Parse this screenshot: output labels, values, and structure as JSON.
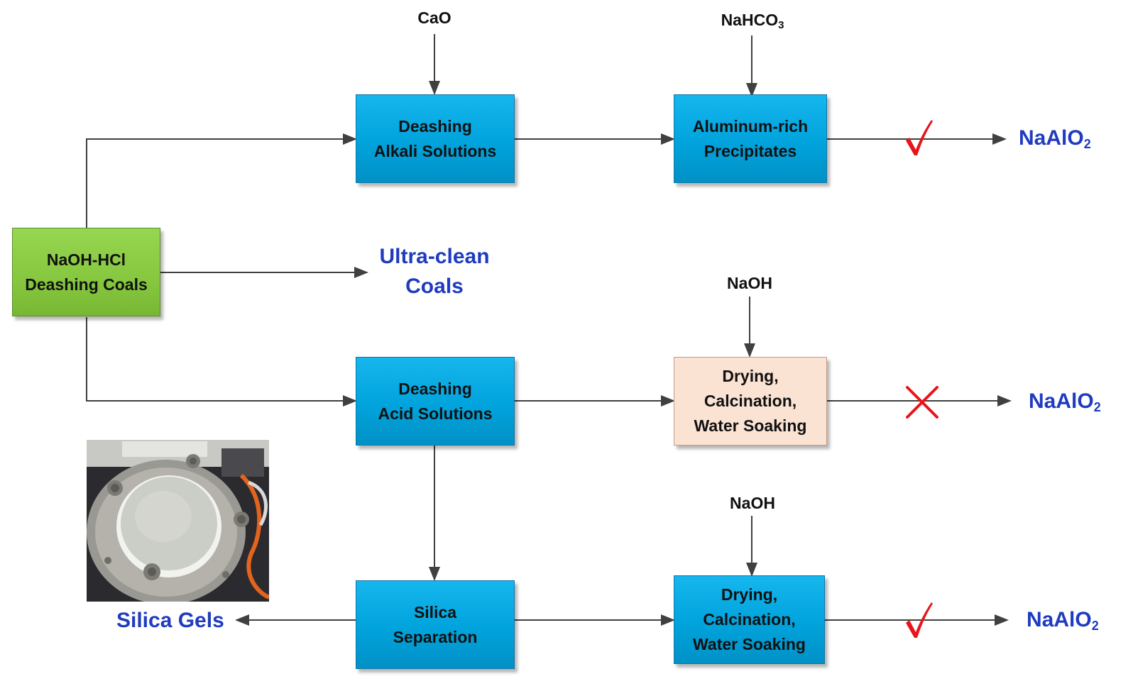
{
  "boxes": {
    "feed": {
      "line1": "NaOH-HCl",
      "line2": "Deashing Coals",
      "color": "#86c73f"
    },
    "alkali": {
      "line1": "Deashing",
      "line2": "Alkali Solutions",
      "color": "#01a3dc"
    },
    "al_precip": {
      "line1": "Aluminum-rich",
      "line2": "Precipitates",
      "color": "#01a3dc"
    },
    "acid": {
      "line1": "Deashing",
      "line2": "Acid Solutions",
      "color": "#01a3dc"
    },
    "dry_fail": {
      "line1": "Drying,",
      "line2": "Calcination,",
      "line3": "Water Soaking",
      "color": "#fbe3d4"
    },
    "silica_sep": {
      "line1": "Silica",
      "line2": "Separation",
      "color": "#01a3dc"
    },
    "dry_ok": {
      "line1": "Drying,",
      "line2": "Calcination,",
      "line3": "Water Soaking",
      "color": "#01a3dc"
    }
  },
  "reagents": {
    "cao": "CaO",
    "nahco3": {
      "base": "NaHCO",
      "sub": "3"
    },
    "naoh_mid": "NaOH",
    "naoh_bottom": "NaOH"
  },
  "products": {
    "top": {
      "base": "NaAlO",
      "sub": "2"
    },
    "middle": {
      "base": "NaAlO",
      "sub": "2"
    },
    "bottom": {
      "base": "NaAlO",
      "sub": "2"
    },
    "clean_coal": {
      "line1": "Ultra-clean",
      "line2": "Coals"
    },
    "silica_gels": "Silica Gels"
  },
  "outcomes": {
    "top": "check-mark-icon",
    "middle": "cross-mark-icon",
    "bottom": "check-mark-icon"
  },
  "colors": {
    "product_text": "#1f3bbf",
    "arrow": "#404040",
    "check": "#e8141b",
    "cross": "#e8141b"
  },
  "photo": {
    "name": "silica-gel-photo"
  }
}
